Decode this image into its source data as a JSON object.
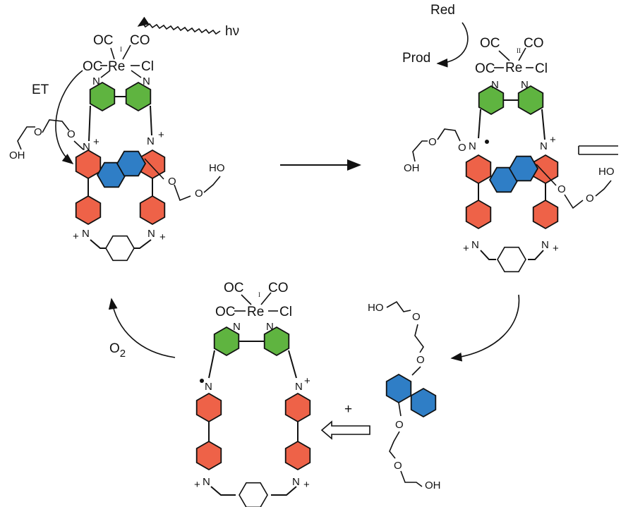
{
  "top_left": {
    "ligands": [
      "OC",
      "CO",
      "OC",
      "Re",
      "Cl"
    ],
    "oxidation": "I",
    "n1": "N",
    "n2": "N",
    "light": "hν",
    "et": "ET",
    "oh": "OH",
    "ho": "HO",
    "o": "O",
    "n_plus": "N",
    "plus": "+"
  },
  "top_right": {
    "ligands": [
      "OC",
      "CO",
      "OC",
      "Re",
      "Cl"
    ],
    "oxidation": "II",
    "red": "Red",
    "prod": "Prod",
    "oh": "OH",
    "ho": "HO",
    "o": "O",
    "n_plus": "N",
    "plus": "+"
  },
  "bottom_center": {
    "ligands": [
      "OC",
      "CO",
      "OC",
      "Re",
      "Cl"
    ],
    "oxidation": "I",
    "n": "N",
    "plus": "+"
  },
  "bottom_right": {
    "ho": "HO",
    "oh": "OH",
    "o": "O",
    "plus": "+"
  },
  "o2": "O",
  "o2_sub": "2",
  "colors": {
    "bipyridine": "#5fb440",
    "viologen": "#ee6248",
    "naphthalene": "#2f7ec6"
  }
}
